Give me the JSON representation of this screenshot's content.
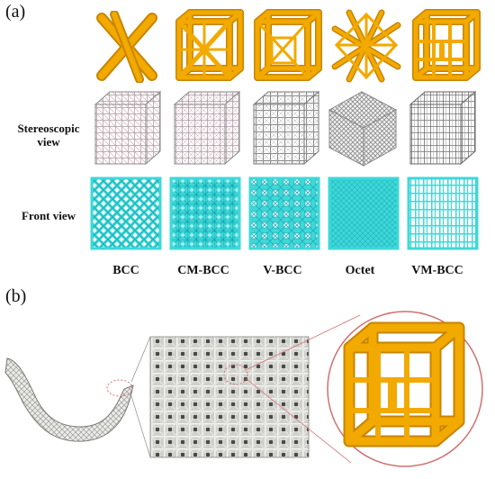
{
  "panels": {
    "a": "(a)",
    "b": "(b)"
  },
  "rows": {
    "stereo": "Stereoscopic view",
    "front": "Front view"
  },
  "columns": [
    "BCC",
    "CM-BCC",
    "V-BCC",
    "Octet",
    "VM-BCC"
  ],
  "colors": {
    "strut": "#f2a900",
    "strut_dark": "#c88400",
    "front": "#3fd8d8",
    "front_line": "#0f9aa6",
    "lattice": "#9a9a9a",
    "circle": "#d07070"
  }
}
